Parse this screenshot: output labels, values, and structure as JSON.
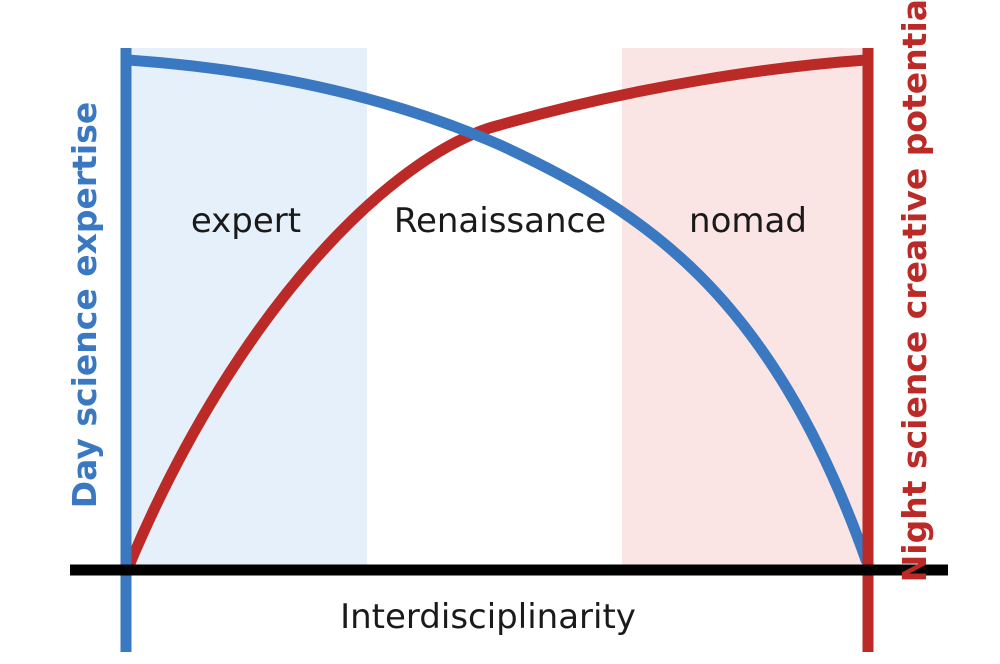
{
  "labels": {
    "left_axis_title": "Day science expertise",
    "right_axis_title": "Night science creative potential",
    "x_axis_title": "Interdisciplinarity",
    "region_left": "expert",
    "region_middle": "Renaissance",
    "region_right": "nomad"
  },
  "colors": {
    "blue": "#3a78c2",
    "red": "#bb2a26",
    "black": "#000000",
    "region_left_fill": "#e6f0fa",
    "region_right_fill": "#fae4e4"
  }
}
